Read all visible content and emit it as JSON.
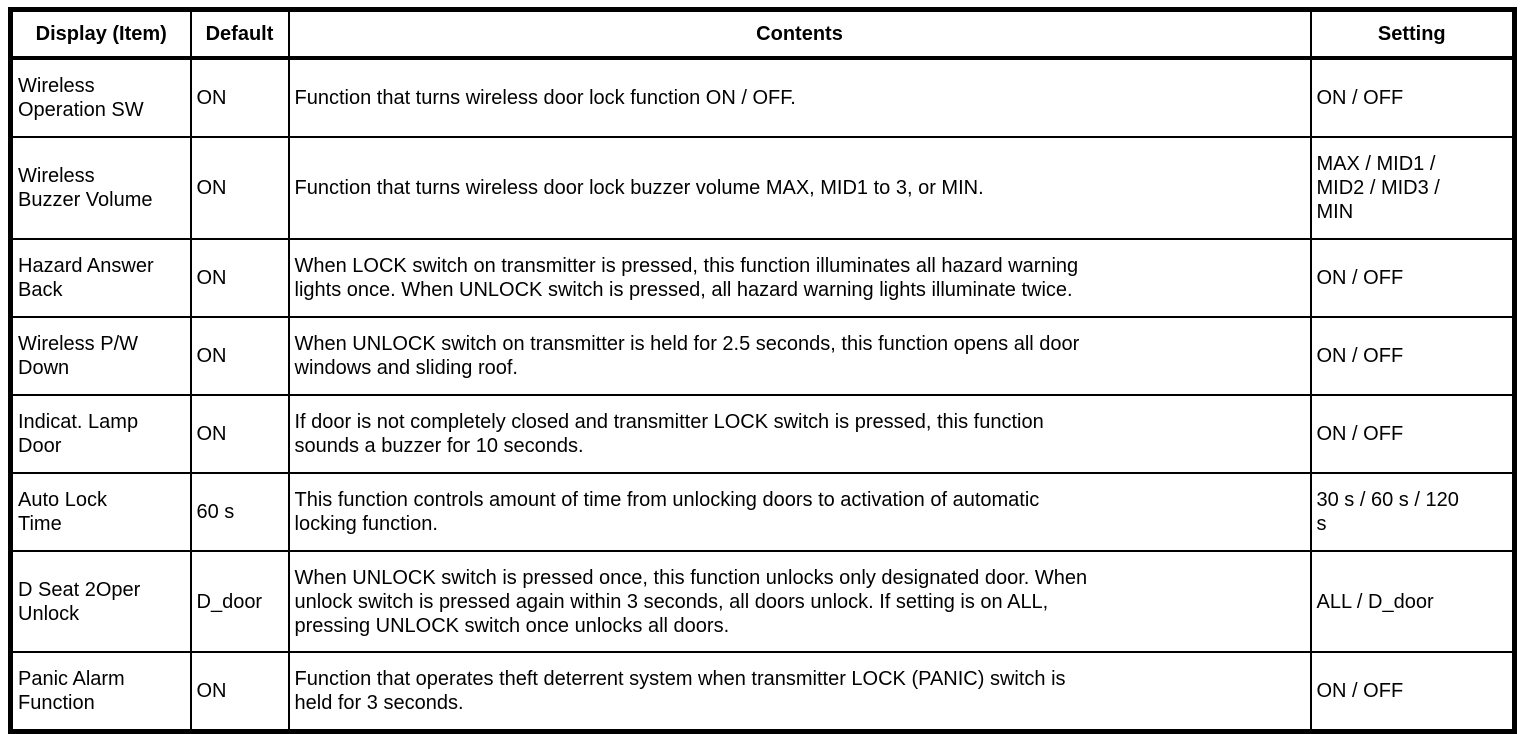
{
  "table": {
    "columns": {
      "item": "Display (Item)",
      "default": "Default",
      "contents": "Contents",
      "setting": "Setting"
    },
    "rows": [
      {
        "item": "Wireless\nOperation SW",
        "default": "ON",
        "contents": "Function that turns wireless door lock function ON / OFF.",
        "setting": "ON / OFF"
      },
      {
        "item": "Wireless\nBuzzer Volume",
        "default": "ON",
        "contents": "Function that turns wireless door lock buzzer volume MAX, MID1 to 3, or MIN.",
        "setting": "MAX / MID1 /\nMID2 / MID3 /\nMIN"
      },
      {
        "item": "Hazard Answer\nBack",
        "default": "ON",
        "contents": "When LOCK switch on transmitter is pressed, this function illuminates all hazard warning\nlights once. When UNLOCK switch is pressed, all hazard warning lights illuminate twice.",
        "setting": "ON / OFF"
      },
      {
        "item": "Wireless P/W\nDown",
        "default": "ON",
        "contents": "When UNLOCK switch on transmitter is held for 2.5 seconds, this function opens all door\nwindows and sliding roof.",
        "setting": "ON / OFF"
      },
      {
        "item": "Indicat. Lamp\nDoor",
        "default": "ON",
        "contents": "If door is not completely closed and transmitter LOCK switch is pressed, this function\nsounds a buzzer for 10 seconds.",
        "setting": "ON / OFF"
      },
      {
        "item": "Auto Lock\nTime",
        "default": "60 s",
        "contents": "This function controls amount of time from unlocking doors to activation of automatic\nlocking function.",
        "setting": "30 s / 60 s / 120\ns"
      },
      {
        "item": "D Seat 2Oper\nUnlock",
        "default": "D_door",
        "contents": "When UNLOCK switch is pressed once, this function unlocks only designated door. When\nunlock switch is pressed again within 3 seconds, all doors unlock. If setting is on ALL,\npressing UNLOCK switch once unlocks all doors.",
        "setting": "ALL / D_door"
      },
      {
        "item": "Panic Alarm\nFunction",
        "default": "ON",
        "contents": "Function that operates theft deterrent system when transmitter LOCK (PANIC) switch is\nheld for 3 seconds.",
        "setting": "ON / OFF"
      }
    ]
  }
}
